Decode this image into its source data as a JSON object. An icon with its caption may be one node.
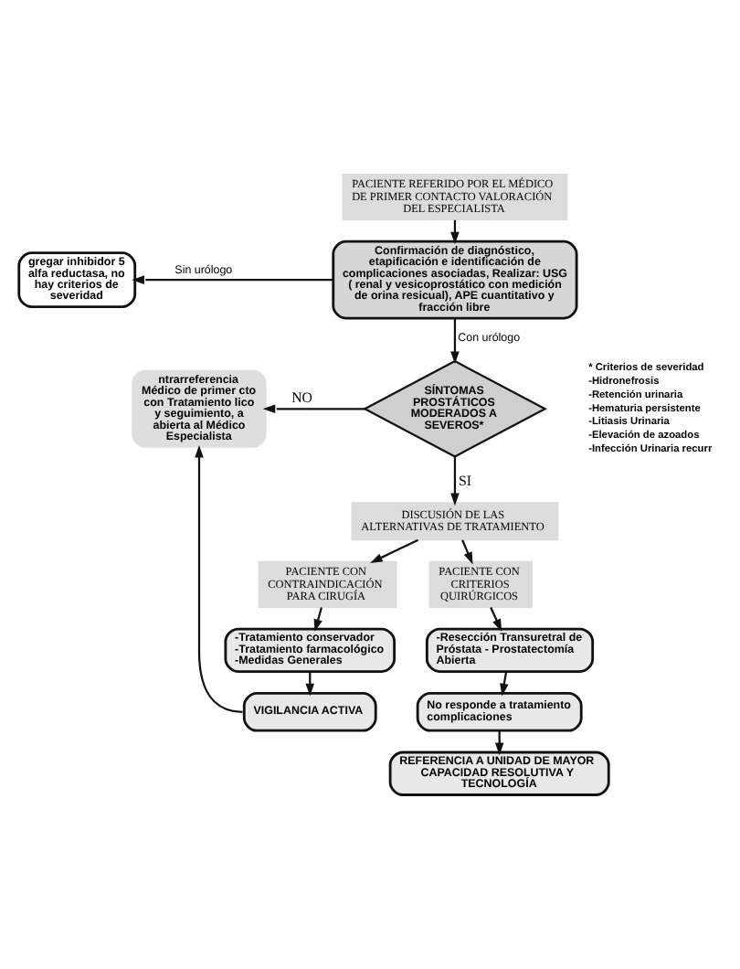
{
  "diagram": {
    "nodes": [
      {
        "text": [
          "PACIENTE REFERIDO POR EL MÉDICO DE PRIMER CONTACTO VALORACIÓN DEL ESPECIALISTA"
        ]
      },
      {
        "text": [
          "Confirmación de diagnóstico, etapificación e identificación de complicaciones asociadas, Realizar: USG ( renal y vesicoprostático con medición de orina resicual), APE cuantitativo y fracción libre"
        ]
      },
      {
        "text": [
          "gregar inhibidor 5 alfa reductasa, no hay criterios de severidad"
        ]
      },
      {
        "text": [
          "SÍNTOMAS PROSTÁTICOS MODERADOS A SEVEROS*"
        ]
      },
      {
        "text": [
          "ntrarreferencia Médico de primer cto con Tratamiento lico y seguimiento, a abierta al Médico Especialista"
        ]
      },
      {
        "text": [
          "DISCUSIÓN DE LAS ALTERNATIVAS DE TRATAMIENTO"
        ]
      },
      {
        "text": [
          "PACIENTE CON CONTRAINDICACIÓN PARA CIRUGÍA"
        ]
      },
      {
        "text": [
          "PACIENTE CON CRITERIOS QUIRÚRGICOS"
        ]
      },
      {
        "text": [
          "-Tratamiento conservador -Tratamiento farmacológico -Medidas Generales"
        ]
      },
      {
        "text": [
          "-Resección Transuretral de Próstata - Prostatectomía Abierta"
        ]
      },
      {
        "text": [
          "VIGILANCIA ACTIVA"
        ]
      },
      {
        "text": [
          "No responde a tratamiento complicaciones"
        ]
      },
      {
        "text": [
          "REFERENCIA A UNIDAD DE MAYOR CAPACIDAD RESOLUTIVA Y TECNOLOGÍA"
        ]
      }
    ],
    "edges": [
      {
        "from": 0,
        "to": 1,
        "arrow": "to"
      },
      {
        "from": 1,
        "to": 2,
        "arrow": "to",
        "label": "Sin urólogo"
      },
      {
        "from": 1,
        "to": 3,
        "arrow": "to",
        "label": "Con urólogo"
      },
      {
        "from": 3,
        "to": 4,
        "arrow": "to",
        "label": "NO"
      },
      {
        "from": 3,
        "to": 5,
        "arrow": "to",
        "label": "SI"
      },
      {
        "from": 5,
        "to": 6,
        "arrow": "to"
      },
      {
        "from": 5,
        "to": 7,
        "arrow": "to"
      },
      {
        "from": 6,
        "to": 8,
        "arrow": "to"
      },
      {
        "from": 7,
        "to": 9,
        "arrow": "to"
      },
      {
        "from": 8,
        "to": 10,
        "arrow": "to"
      },
      {
        "from": 9,
        "to": 11,
        "arrow": "to"
      },
      {
        "from": 10,
        "to": 4,
        "arrow": "to"
      },
      {
        "from": 11,
        "to": 12,
        "arrow": "to"
      }
    ],
    "labels": [
      "* Criterios de severidad",
      "-Hidronefrosis",
      "-Retención urinaria",
      "-Hematuria persistente",
      "-Litiasis Urinaria",
      "-Elevación de azoados",
      "-Infección Urinaria recurr"
    ]
  }
}
